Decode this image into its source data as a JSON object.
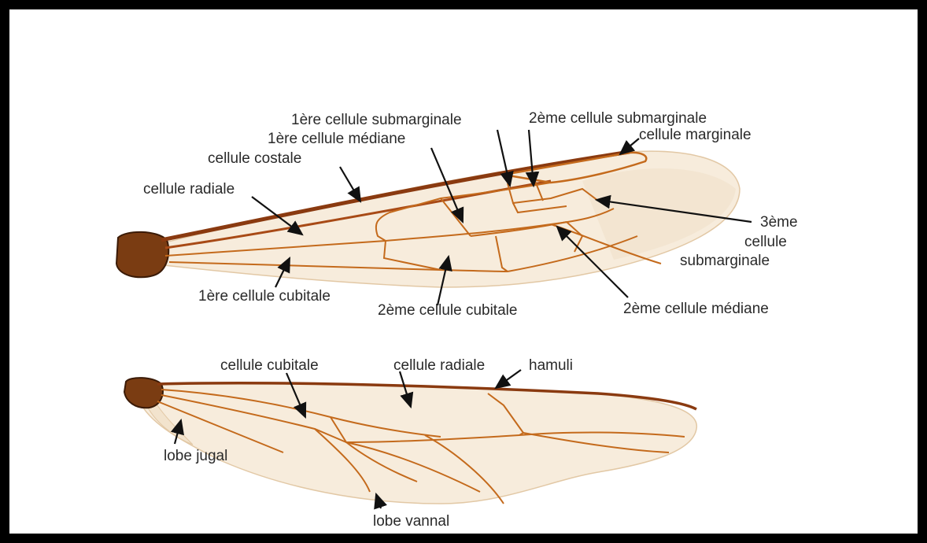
{
  "forewing": {
    "labels": {
      "cellule_1_submarginale": "1ère cellule submarginale",
      "cellule_2_submarginale": "2ème cellule submarginale",
      "cellule_marginale": "cellule marginale",
      "cellule_1_mediane": "1ère cellule médiane",
      "cellule_costale": "cellule costale",
      "cellule_radiale": "cellule radiale",
      "cellule_3_submarginale_l1": "3ème",
      "cellule_3_submarginale_l2": "cellule",
      "cellule_3_submarginale_l3": "submarginale",
      "cellule_1_cubitale": "1ère cellule cubitale",
      "cellule_2_cubitale": "2ème cellule cubitale",
      "cellule_2_mediane": "2ème cellule médiane"
    }
  },
  "hindwing": {
    "labels": {
      "cellule_cubitale": "cellule cubitale",
      "cellule_radiale": "cellule radiale",
      "hamuli": "hamuli",
      "lobe_jugal": "lobe jugal",
      "lobe_vannal": "lobe vannal"
    }
  },
  "colors": {
    "border": "#000000",
    "wing_membrane": "#f7ecdc",
    "vein": "#c46a1c",
    "costa": "#8a3a10",
    "arrow": "#111111",
    "text": "#2a2a2a"
  }
}
